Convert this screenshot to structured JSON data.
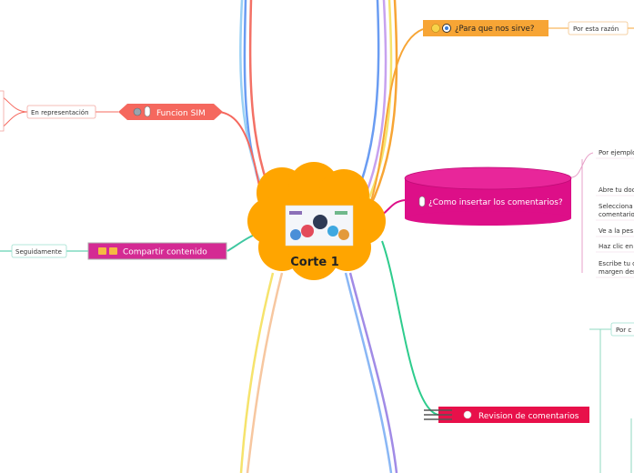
{
  "central": {
    "label": "Corte 1"
  },
  "topics": {
    "para_que": {
      "label": "¿Para que nos sirve?",
      "child": "Por esta razón"
    },
    "funcion_sim": {
      "label": "Funcion SIM",
      "child": "En representación"
    },
    "compartir": {
      "label": "Compartir contenido",
      "child": "Seguidamente"
    },
    "insertar": {
      "label": "¿Como insertar los comentarios?",
      "children": [
        "Por ejemplo",
        "Abre tu doc",
        "Selecciona",
        "comentario",
        "Ve a la pes",
        "Haz clic en",
        "Escribe tu c",
        "margen der"
      ]
    },
    "revision": {
      "label": "Revision de comentarios",
      "child": "Por c"
    }
  },
  "colors": {
    "cloud": "#ffa500",
    "para_que": "#f7a535",
    "funcion_sim": "#f5685e",
    "compartir": "#d42a93",
    "insertar": "#dd0f88",
    "revision": "#e8104a"
  }
}
